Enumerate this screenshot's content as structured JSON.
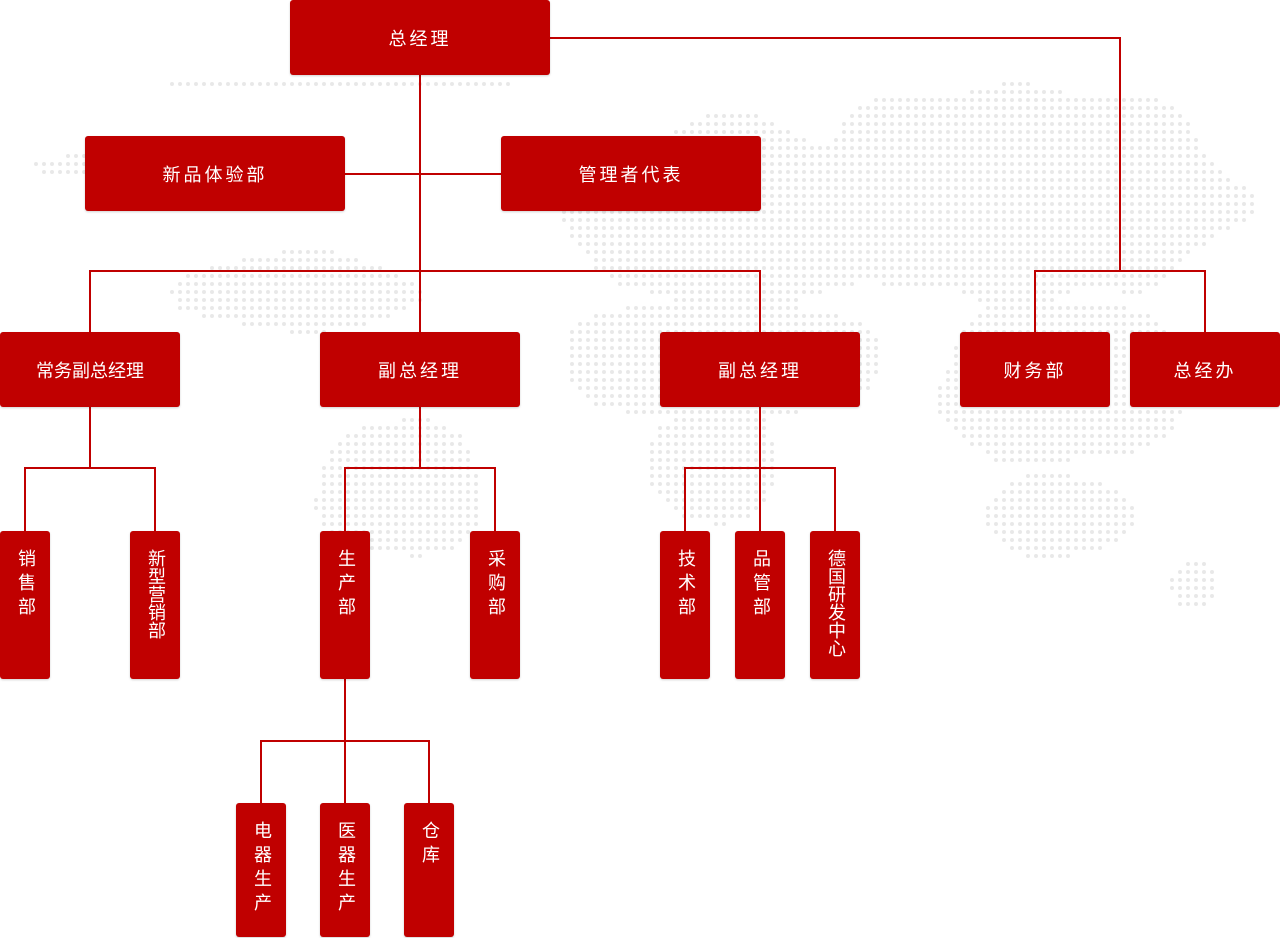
{
  "org_chart": {
    "colors": {
      "box": "#c00000",
      "line": "#c00000",
      "text": "#ffffff",
      "map_dots": "#e8e8e8"
    },
    "nodes": {
      "general_manager": "总经理",
      "new_product_experience": "新品体验部",
      "management_representative": "管理者代表",
      "executive_deputy_gm": "常务副总经理",
      "deputy_gm_1": "副总经理",
      "deputy_gm_2": "副总经理",
      "finance": "财务部",
      "gm_office": "总经办",
      "sales": "销售部",
      "new_marketing": "新型营销部",
      "production": "生产部",
      "purchasing": "采购部",
      "technology": "技术部",
      "quality": "品管部",
      "germany_rd": "德国研发中心",
      "electrical_production": "电器生产",
      "medical_production": "医器生产",
      "warehouse": "仓库"
    }
  }
}
